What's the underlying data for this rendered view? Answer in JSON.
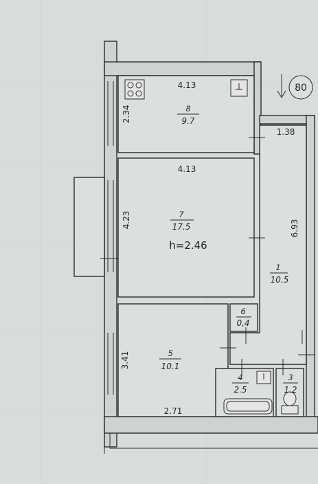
{
  "plan": {
    "apartment_number": "80",
    "ceiling_height": "h=2.46",
    "rooms": [
      {
        "id": "r8",
        "number": "8",
        "area": "9.7",
        "width": "4.13",
        "depth": "2.34"
      },
      {
        "id": "r7",
        "number": "7",
        "area": "17.5",
        "width": "4.13",
        "depth": "4.23"
      },
      {
        "id": "r5",
        "number": "5",
        "area": "10.1",
        "width": "2.71",
        "depth": "3.41"
      },
      {
        "id": "r1",
        "number": "1",
        "area": "10.5",
        "width": "1.38",
        "depth": "6.93"
      },
      {
        "id": "r6",
        "number": "6",
        "area": "0,4"
      },
      {
        "id": "r4",
        "number": "4",
        "area": "2.5"
      },
      {
        "id": "r3",
        "number": "3",
        "area": "1.2"
      }
    ]
  }
}
